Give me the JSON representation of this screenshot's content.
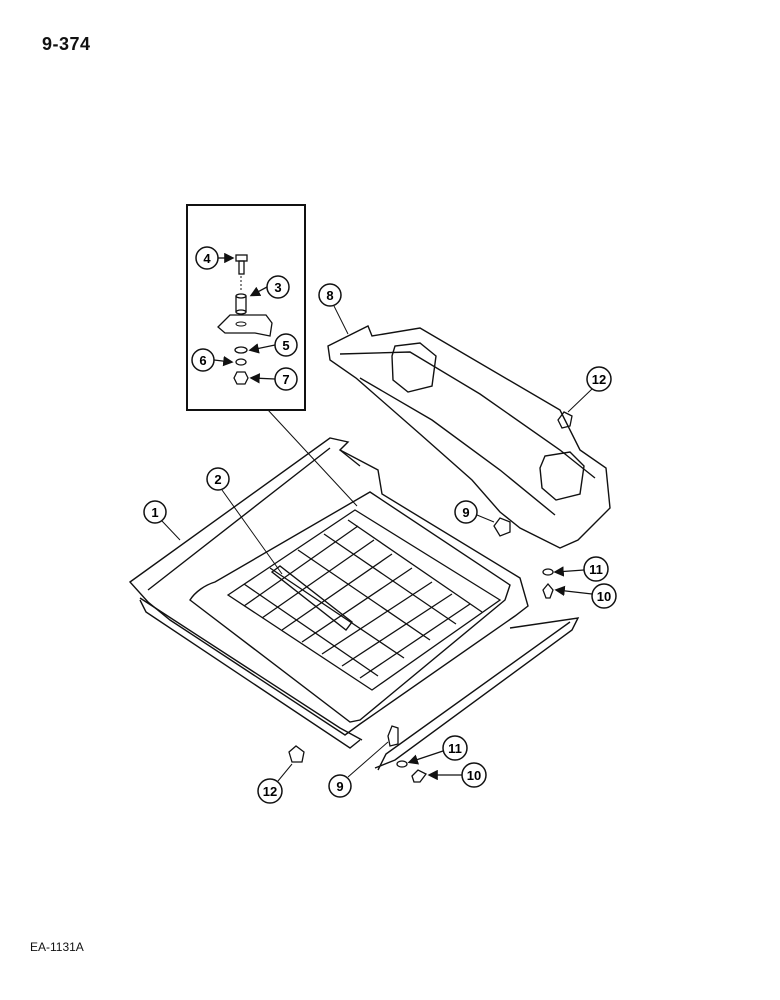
{
  "page": {
    "number": "9-374",
    "figure_code": "EA-1131A"
  },
  "callouts": [
    {
      "id": "4",
      "label": "4"
    },
    {
      "id": "3",
      "label": "3"
    },
    {
      "id": "5",
      "label": "5"
    },
    {
      "id": "6",
      "label": "6"
    },
    {
      "id": "7",
      "label": "7"
    },
    {
      "id": "8",
      "label": "8"
    },
    {
      "id": "12a",
      "label": "12"
    },
    {
      "id": "2",
      "label": "2"
    },
    {
      "id": "1",
      "label": "1"
    },
    {
      "id": "9a",
      "label": "9"
    },
    {
      "id": "11a",
      "label": "11"
    },
    {
      "id": "10a",
      "label": "10"
    },
    {
      "id": "12b",
      "label": "12"
    },
    {
      "id": "9b",
      "label": "9"
    },
    {
      "id": "11b",
      "label": "11"
    },
    {
      "id": "10b",
      "label": "10"
    }
  ]
}
